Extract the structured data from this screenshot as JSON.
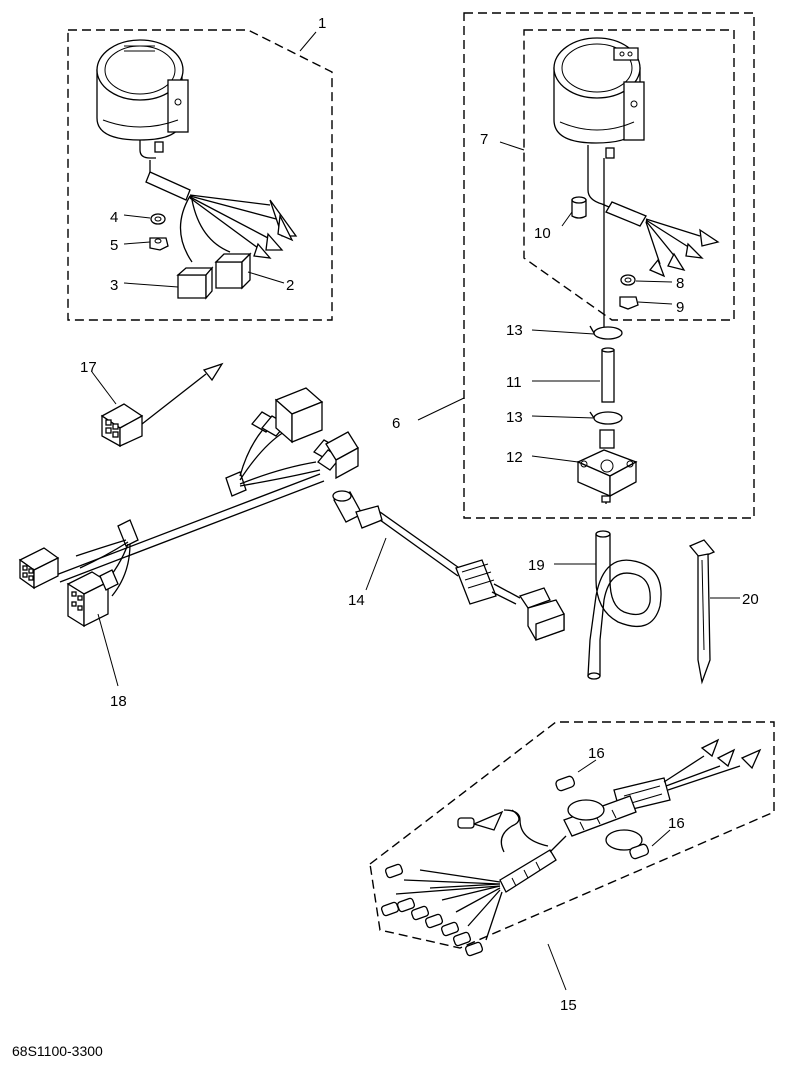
{
  "callouts": {
    "c1": "1",
    "c2": "2",
    "c3": "3",
    "c4": "4",
    "c5": "5",
    "c6": "6",
    "c7": "7",
    "c8": "8",
    "c9": "9",
    "c10": "10",
    "c11": "11",
    "c12": "12",
    "c13a": "13",
    "c13b": "13",
    "c14": "14",
    "c15": "15",
    "c16a": "16",
    "c16b": "16",
    "c17": "17",
    "c18": "18",
    "c19": "19",
    "c20": "20"
  },
  "diagram_code": "68S1100-3300"
}
